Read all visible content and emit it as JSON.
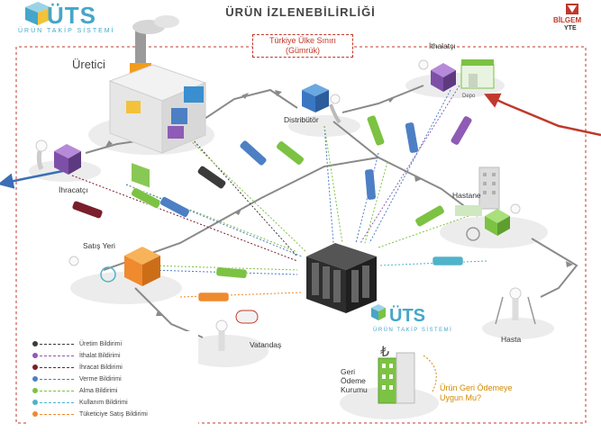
{
  "header": {
    "title": "ÜRÜN İZLENEBİLİRLİĞİ",
    "logo_name": "ÜTS",
    "logo_subtitle": "ÜRÜN TAKİP SİSTEMİ",
    "partner_logo": "BİLGEM",
    "partner_sub": "YTE"
  },
  "border": {
    "line1": "Türkiye Ülke Sınırı",
    "line2": "(Gümrük)"
  },
  "nodes": {
    "manufacturer": "Üretici",
    "distributor": "Distribütör",
    "importer": "İthalatçı",
    "exporter": "İhracatçı",
    "hospital": "Hastane",
    "sales_point": "Satış Yeri",
    "patient": "Hasta",
    "citizen": "Vatandaş",
    "warehouse_sign": "Depo",
    "payer_line1": "Geri",
    "payer_line2": "Ödeme",
    "payer_line3": "Kurumu",
    "refund_line1": "Ürün Geri Ödemeye",
    "refund_line2": "Uygun Mu?",
    "currency_symbol": "₺",
    "server_logo_name": "ÜTS",
    "server_logo_sub": "ÜRÜN TAKİP SİSTEMİ"
  },
  "legend": [
    {
      "label": "Üretim Bildirimi",
      "color": "#3b3b3b"
    },
    {
      "label": "İthalat Bildirimi",
      "color": "#8e5bb5"
    },
    {
      "label": "İhracat Bildirimi",
      "color": "#7a1f2b"
    },
    {
      "label": "Verme Bildirimi",
      "color": "#4d7fc4"
    },
    {
      "label": "Alma Bildirimi",
      "color": "#7cc243"
    },
    {
      "label": "Kullanım Bildirimi",
      "color": "#4fb3c9"
    },
    {
      "label": "Tüketiciye Satış Bildirimi",
      "color": "#ef8a2e"
    }
  ],
  "icons": [
    "ghost-figure-icon",
    "cube-icon",
    "factory-cube-icon",
    "warehouse-icon",
    "hospital-icon",
    "wheelchair-icon",
    "crutches-icon",
    "server-rack-icon",
    "money-building-icon"
  ]
}
